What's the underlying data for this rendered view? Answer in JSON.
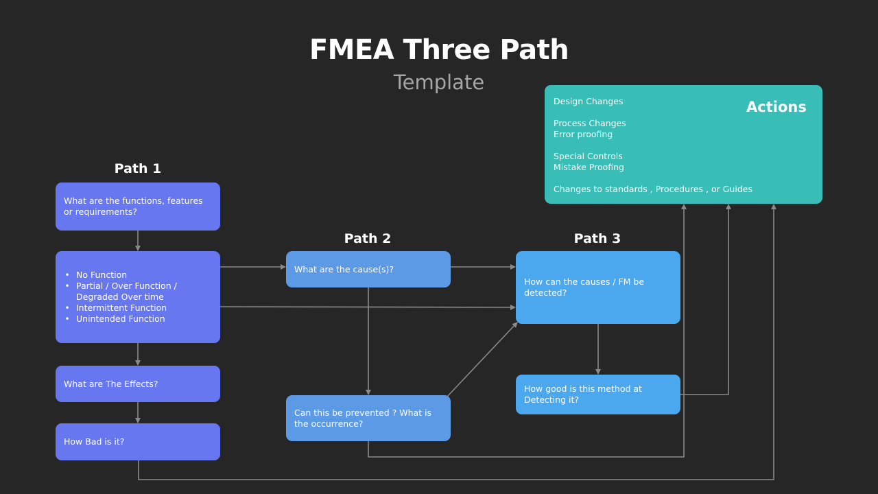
{
  "header": {
    "title": "FMEA Three Path",
    "subtitle": "Template"
  },
  "paths": {
    "path1": "Path 1",
    "path2": "Path 2",
    "path3": "Path 3"
  },
  "path1": {
    "functions": "What are the functions, features or requirements?",
    "failure_modes": [
      "No Function",
      "Partial / Over Function / Degraded Over time",
      "Intermittent Function",
      "Unintended Function"
    ],
    "effects": "What are The Effects?",
    "severity": "How Bad is it?"
  },
  "path2": {
    "causes": "What are the cause(s)?",
    "prevention": "Can this be prevented ? What is the occurrence?"
  },
  "path3": {
    "detection": "How can the causes / FM be detected?",
    "detection_rating": "How good is this method at Detecting it?"
  },
  "actions": {
    "title": "Actions",
    "groups": [
      [
        "Design Changes"
      ],
      [
        "Process Changes",
        "Error proofing"
      ],
      [
        "Special Controls",
        "Mistake Proofing"
      ],
      [
        "Changes to standards , Procedures  , or Guides"
      ]
    ]
  },
  "colors": {
    "background": "#262626",
    "path1_box": "#6677f0",
    "path2_box": "#5d9ae6",
    "path3_box": "#4ba8ee",
    "actions_box": "#38bdb7",
    "connector": "#8a8a8a",
    "subtitle": "#a6a6a6"
  }
}
